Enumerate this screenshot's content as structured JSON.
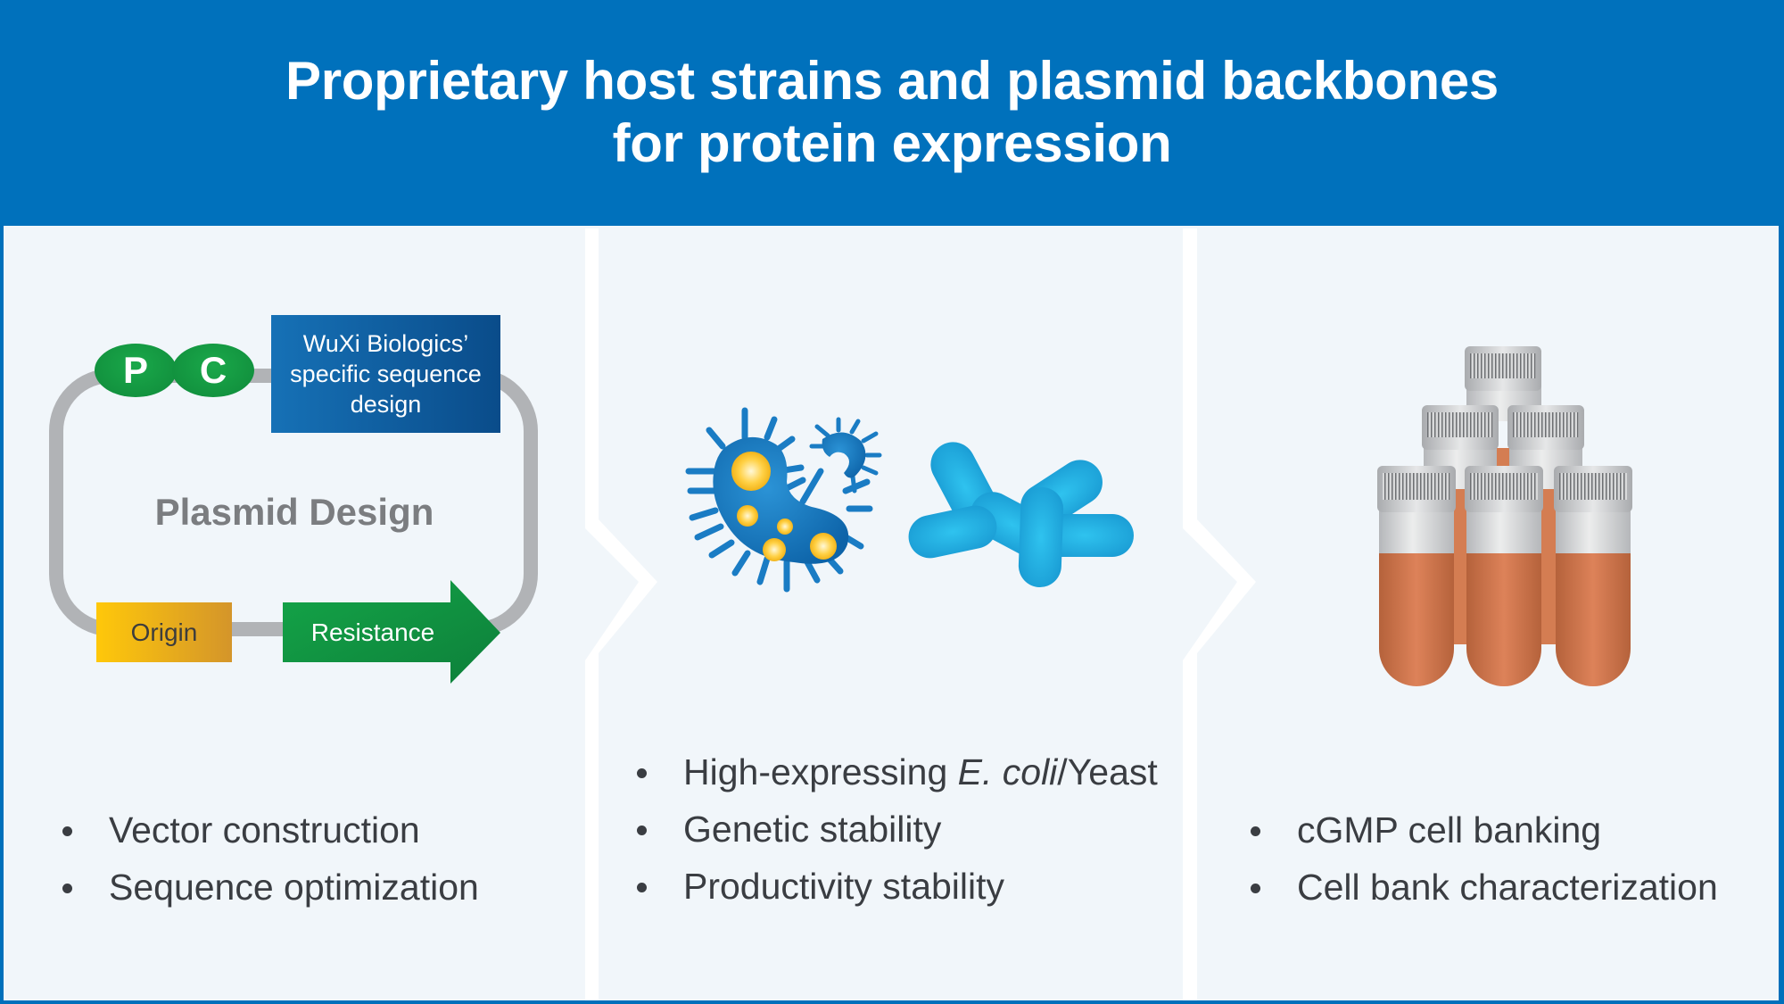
{
  "header": {
    "title_line1": "Proprietary host strains and plasmid backbones",
    "title_line2": "for protein expression"
  },
  "columns": [
    {
      "name": "plasmid-design",
      "diagram": {
        "promoter_label": "P",
        "c_label": "C",
        "sequence_box_text": [
          "WuXi Biologics’",
          "specific sequence",
          "design"
        ],
        "center_label": "Plasmid Design",
        "origin_label": "Origin",
        "resistance_label": "Resistance"
      },
      "bullets": [
        "Vector construction",
        "Sequence optimization"
      ]
    },
    {
      "name": "host-strains",
      "illustration": [
        "bacteria-icon",
        "yeast-cells-icon"
      ],
      "bullets": [
        {
          "text_before": "High-expressing ",
          "italic": "E. coli",
          "text_after": "/Yeast"
        },
        "Genetic stability",
        "Productivity stability"
      ]
    },
    {
      "name": "cell-banking",
      "illustration": [
        "cryovials-icon"
      ],
      "bullets": [
        "cGMP cell banking",
        "Cell bank characterization"
      ]
    }
  ],
  "colors": {
    "header_blue": "#0071bc",
    "panel_bg": "#f1f6fa",
    "green": "#13994a",
    "origin_yellow": "#f2b41a",
    "bacteria_blue": "#1a7cc4",
    "yeast_blue": "#25b0e0",
    "vial_orange": "#d47d52",
    "text_dark": "#3a3d42"
  }
}
